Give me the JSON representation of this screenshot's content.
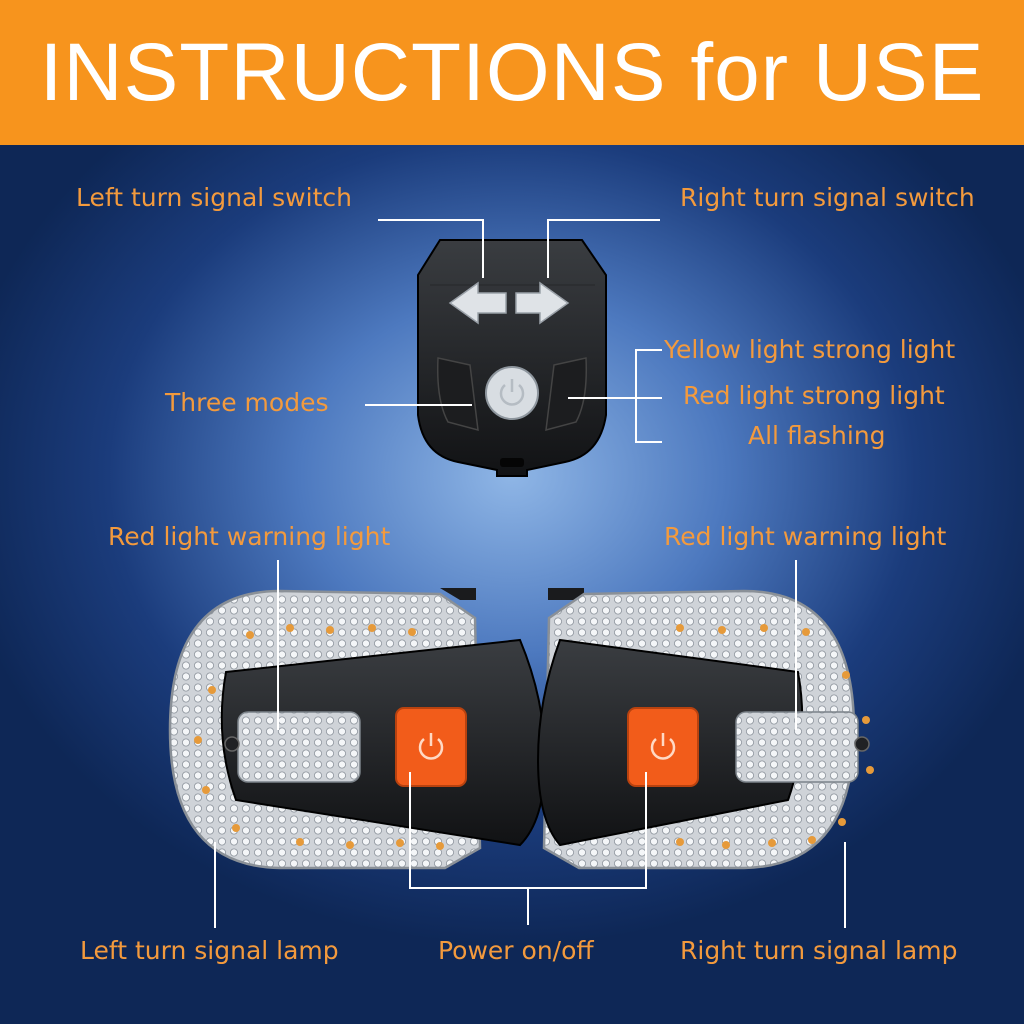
{
  "banner": {
    "title": "INSTRUCTIONS for USE",
    "color": "#f7941d"
  },
  "remote": {
    "left_switch": "Left turn signal switch",
    "right_switch": "Right turn signal switch",
    "three_modes": "Three modes",
    "modes": [
      "Yellow light strong light",
      "Red light strong light",
      "All flashing"
    ]
  },
  "lamp": {
    "left_warning": "Red light warning light",
    "right_warning": "Red light warning light",
    "left_signal": "Left turn signal lamp",
    "power": "Power on/off",
    "right_signal": "Right turn signal lamp",
    "power_icon": "power-icon",
    "button_color": "#f25c1a"
  },
  "label_color": "#f39a3d"
}
